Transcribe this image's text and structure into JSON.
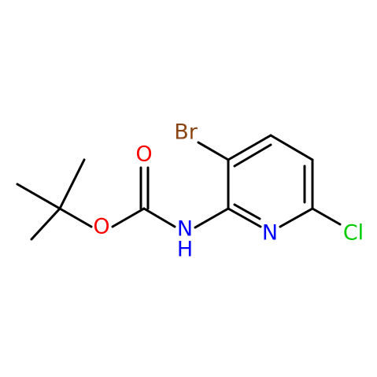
{
  "molecule": {
    "atoms": {
      "br": {
        "label": "Br",
        "color": "#8b4513"
      },
      "n_ring": {
        "label": "N",
        "color": "#0000ff"
      },
      "cl": {
        "label": "Cl",
        "color": "#00cc00"
      },
      "nh_n": {
        "label": "N",
        "color": "#0000ff"
      },
      "nh_h": {
        "label": "H",
        "color": "#0000ff"
      },
      "o_carbonyl": {
        "label": "O",
        "color": "#ff0000"
      },
      "o_ester": {
        "label": "O",
        "color": "#ff0000"
      }
    },
    "bond_color": "#000000"
  }
}
